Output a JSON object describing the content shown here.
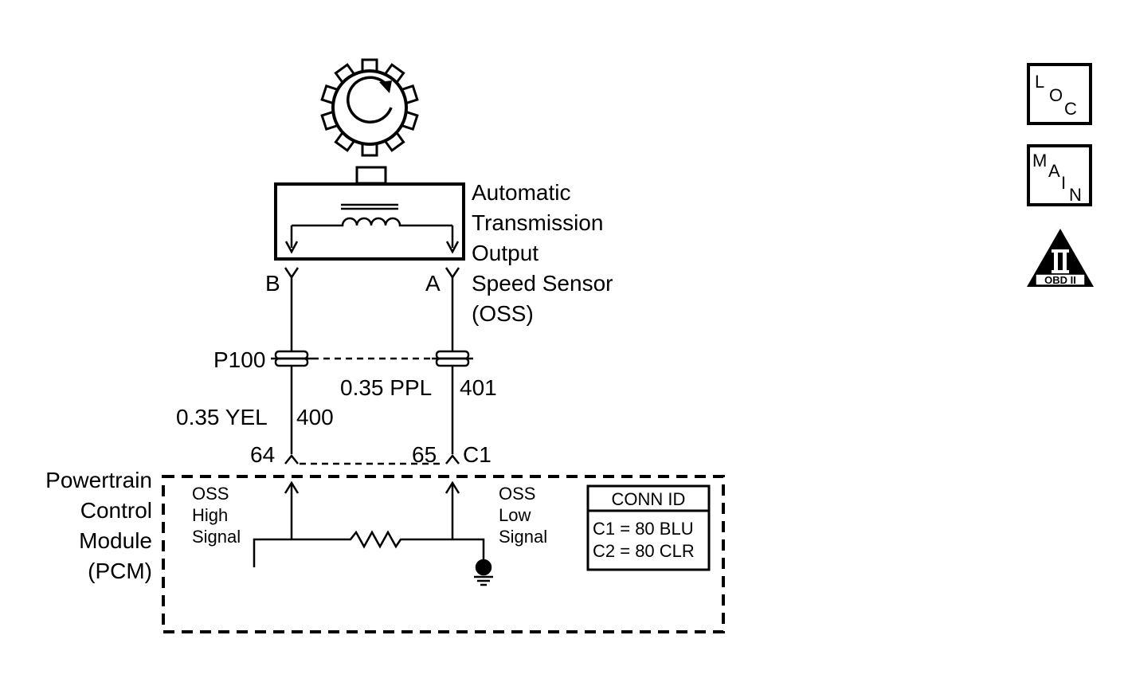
{
  "sensor": {
    "name_lines": [
      "Automatic",
      "Transmission",
      "Output",
      "Speed Sensor",
      "(OSS)"
    ],
    "pin_b": "B",
    "pin_a": "A"
  },
  "connector_p100": {
    "label": "P100"
  },
  "wires": {
    "left": {
      "size_color": "0.35 YEL",
      "circuit": "400",
      "pin": "64"
    },
    "right": {
      "size_color": "0.35 PPL",
      "circuit": "401",
      "pin": "65"
    },
    "connector_c1": "C1"
  },
  "pcm": {
    "name_lines": [
      "Powertrain",
      "Control",
      "Module",
      "(PCM)"
    ],
    "high_signal_lines": [
      "OSS",
      "High",
      "Signal"
    ],
    "low_signal_lines": [
      "OSS",
      "Low",
      "Signal"
    ],
    "conn_id": {
      "header": "CONN ID",
      "rows": [
        "C1 = 80 BLU",
        "C2 = 80 CLR"
      ]
    }
  },
  "side_icons": {
    "loc": {
      "letters": [
        "L",
        "O",
        "C"
      ],
      "icon": "loc-icon"
    },
    "main": {
      "letters": [
        "M",
        "A",
        "I",
        "N"
      ],
      "icon": "main-icon"
    },
    "obd": {
      "numeral": "II",
      "caption": "OBD II",
      "icon": "obd-ii-icon"
    }
  }
}
